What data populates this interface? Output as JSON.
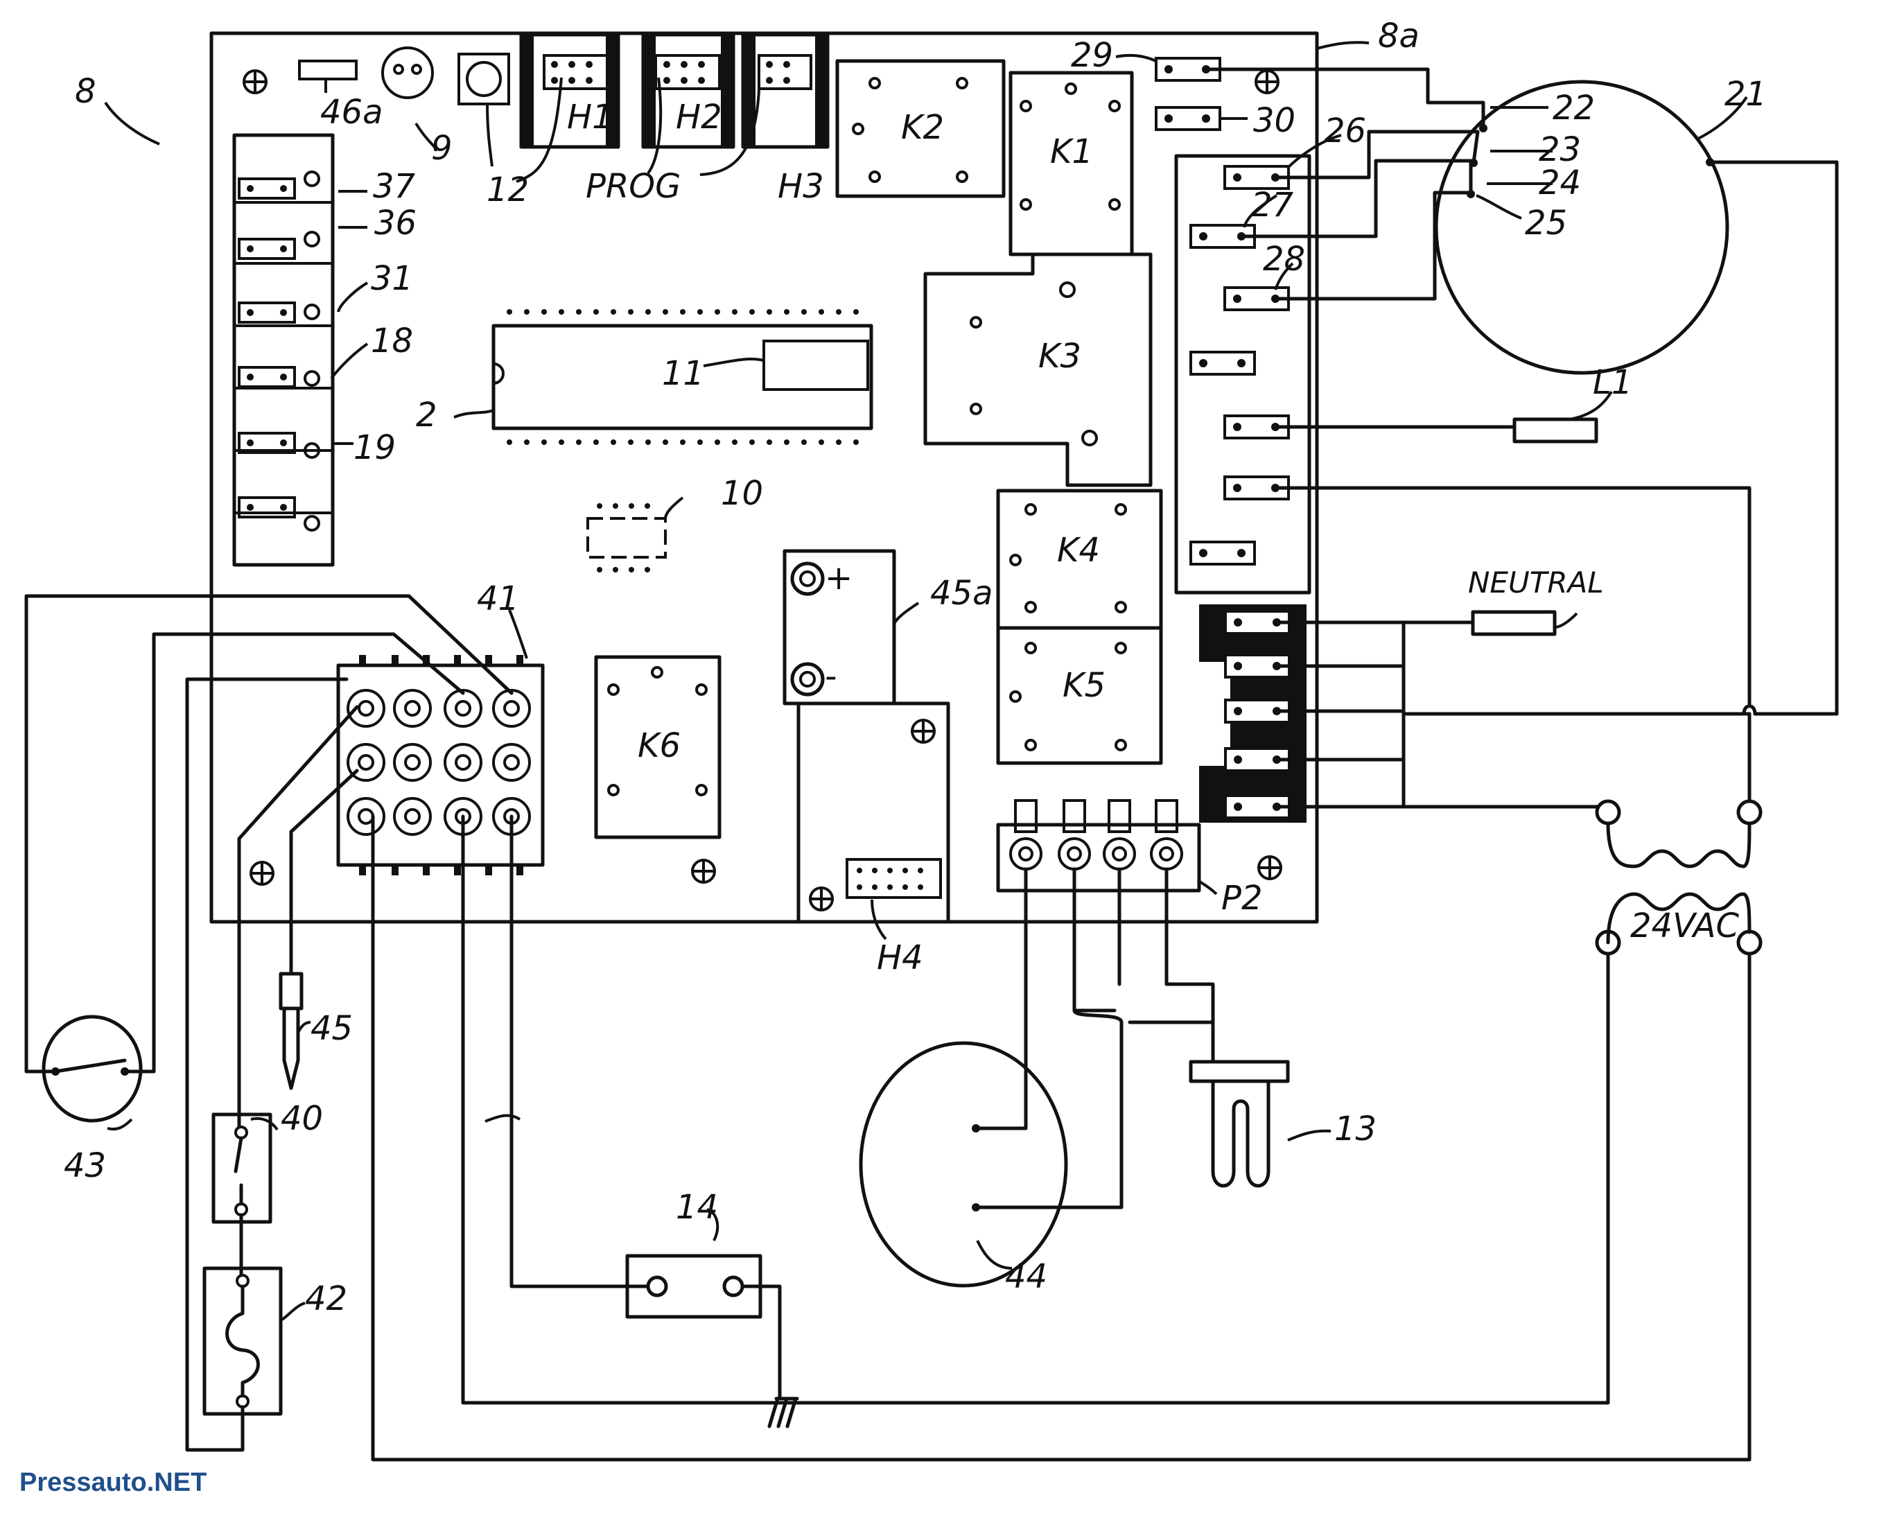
{
  "labels": {
    "board": "8",
    "board_outline": "8a",
    "microcontroller": "2",
    "flame_sensor": "9",
    "chip": "10",
    "prog_chip": "11",
    "pot": "12",
    "igniter": "13",
    "component_14": "14",
    "t18": "18",
    "t19": "19",
    "spade_29": "29",
    "spade_30": "30",
    "t31": "31",
    "t36": "36",
    "t37": "37",
    "motor_21": "21",
    "lead_22": "22",
    "lead_23": "23",
    "lead_24": "24",
    "lead_25": "25",
    "spade_26": "26",
    "spade_27": "27",
    "spade_28": "28",
    "limit_40": "40",
    "connector_41": "41",
    "fuse_42": "42",
    "switch_43": "43",
    "motor_44": "44",
    "probe_45": "45",
    "cap_45a": "45a",
    "spade_46a": "46a",
    "h1": "H1",
    "h2": "H2",
    "h3": "H3",
    "h4": "H4",
    "prog": "PROG",
    "k1": "K1",
    "k2": "K2",
    "k3": "K3",
    "k4": "K4",
    "k5": "K5",
    "k6": "K6",
    "l1": "L1",
    "neutral": "NEUTRAL",
    "p2": "P2",
    "vac": "24VAC",
    "plus": "+",
    "minus": "-"
  },
  "watermark": "Pressauto.NET",
  "colors": {
    "ink": "#111111",
    "paper": "#ffffff",
    "watermark": "#1f4f8c"
  }
}
